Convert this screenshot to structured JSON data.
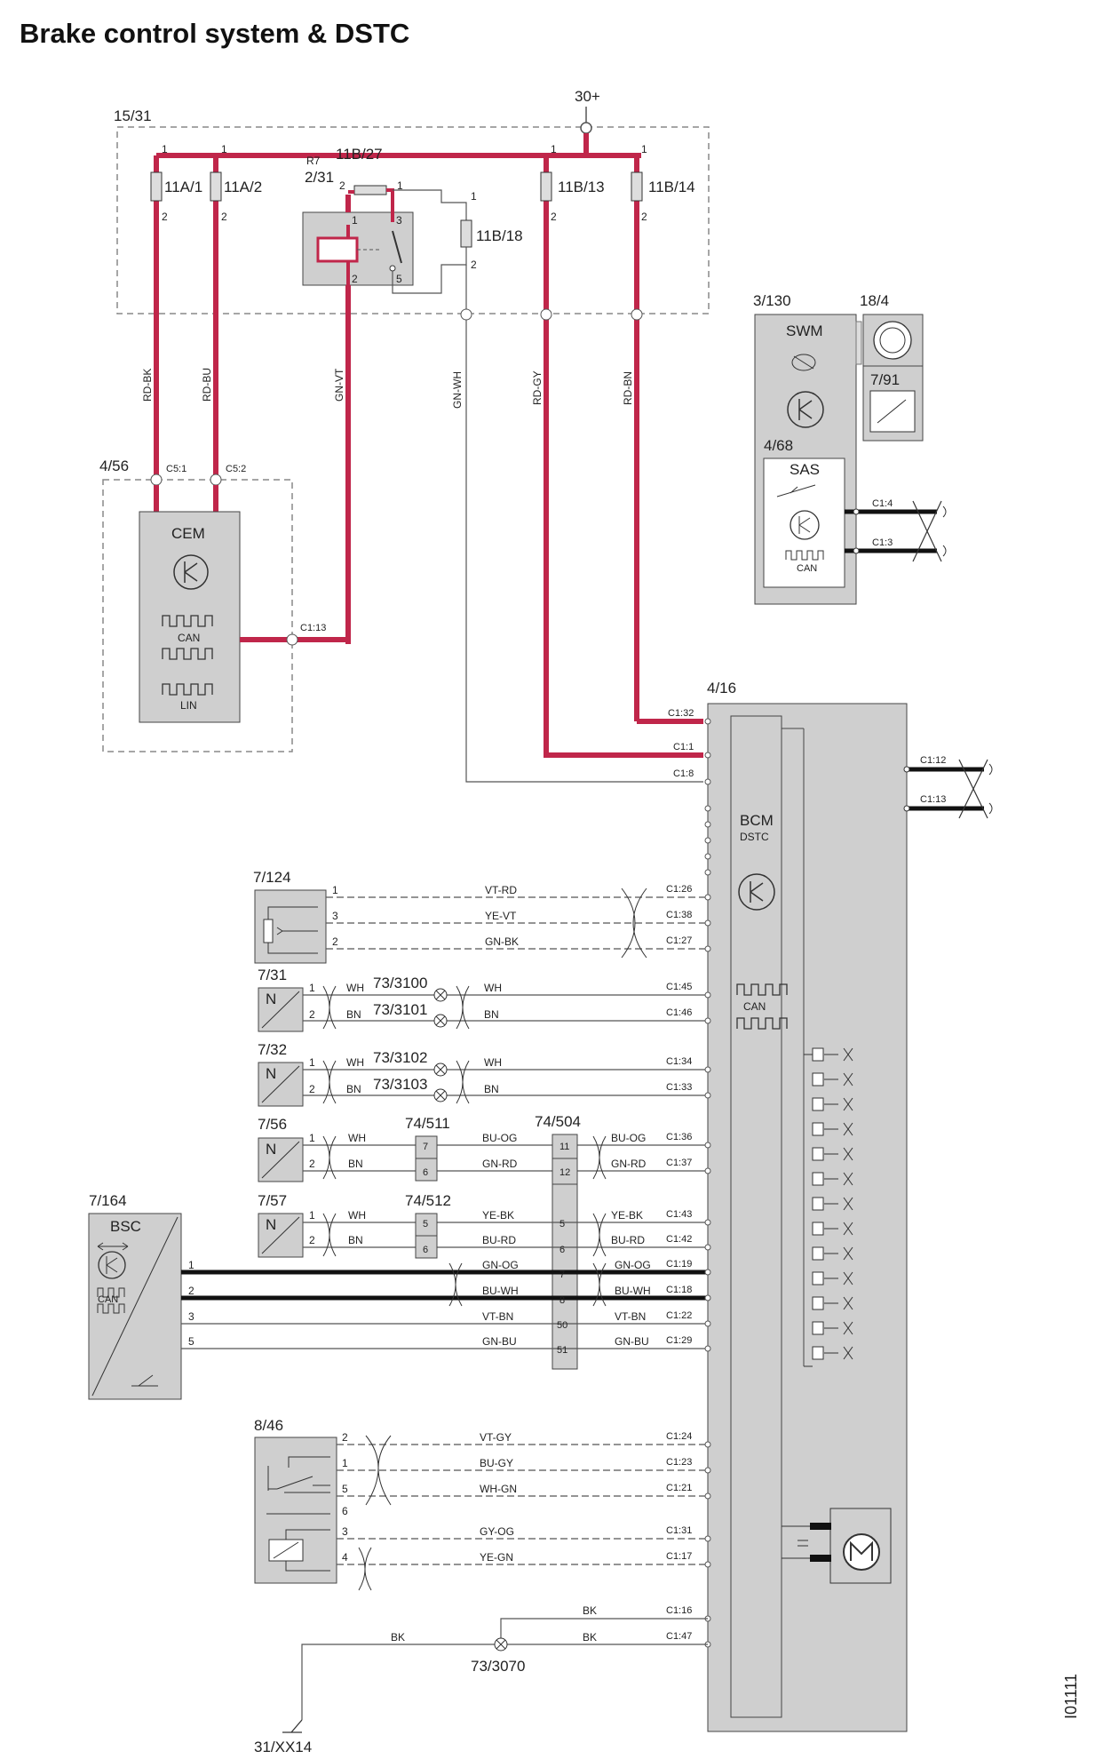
{
  "title": "Brake control system & DSTC",
  "doc_ref": "I01111",
  "colors": {
    "power_wire": "#c0264a",
    "thin_wire": "#555555",
    "bus_wire": "#111111",
    "module_fill": "#cfcfcf",
    "dashed_box": "#888888"
  },
  "supply": {
    "label": "30+"
  },
  "fuse_box": {
    "label": "15/31",
    "fuses": [
      {
        "label": "11A/1"
      },
      {
        "label": "11A/2"
      },
      {
        "label": "11B/13"
      },
      {
        "label": "11B/14"
      },
      {
        "label": "11B/18"
      },
      {
        "label": "11B/27"
      }
    ],
    "relay": {
      "label": "2/31",
      "r_label": "R7"
    }
  },
  "wires": {
    "rd_bk": "RD-BK",
    "rd_bu": "RD-BU",
    "gn_vt": "GN-VT",
    "gn_wh": "GN-WH",
    "rd_gy": "RD-GY",
    "rd_bn": "RD-BN"
  },
  "cem": {
    "label": "4/56",
    "name": "CEM",
    "can": "CAN",
    "lin": "LIN",
    "c5_1": "C5:1",
    "c5_2": "C5:2",
    "c1_13": "C1:13"
  },
  "swm_group": {
    "label": "3/130",
    "swm": "SWM",
    "sas_label": "4/68",
    "sas": "SAS",
    "can": "CAN",
    "c1_4": "C1:4",
    "c1_3": "C1:3",
    "clock_label": "18/4",
    "sensor_label": "7/91"
  },
  "bcm": {
    "label": "4/16",
    "name": "BCM",
    "sub": "DSTC",
    "can": "CAN",
    "pins_top": [
      "C1:32",
      "C1:1",
      "C1:8"
    ],
    "c1_12": "C1:12",
    "c1_13": "C1:13"
  },
  "pedal_sensor": {
    "label": "7/124",
    "rows": [
      {
        "pin": "1",
        "wire": "VT-RD",
        "c": "C1:26"
      },
      {
        "pin": "3",
        "wire": "YE-VT",
        "c": "C1:38"
      },
      {
        "pin": "2",
        "wire": "GN-BK",
        "c": "C1:27"
      }
    ]
  },
  "wheel_31": {
    "label": "7/31",
    "n": "N",
    "rows": [
      {
        "pin": "1",
        "w1": "WH",
        "conn": "73/3100",
        "w2": "WH",
        "c": "C1:45"
      },
      {
        "pin": "2",
        "w1": "BN",
        "conn": "73/3101",
        "w2": "BN",
        "c": "C1:46"
      }
    ]
  },
  "wheel_32": {
    "label": "7/32",
    "n": "N",
    "rows": [
      {
        "pin": "1",
        "w1": "WH",
        "conn": "73/3102",
        "w2": "WH",
        "c": "C1:34"
      },
      {
        "pin": "2",
        "w1": "BN",
        "conn": "73/3103",
        "w2": "BN",
        "c": "C1:33"
      }
    ]
  },
  "wheel_56": {
    "label": "7/56",
    "n": "N",
    "conn": "74/511",
    "rows": [
      {
        "pin": "1",
        "w1": "WH",
        "k": "7",
        "w2": "BU-OG",
        "k2": "11",
        "w3": "BU-OG",
        "c": "C1:36"
      },
      {
        "pin": "2",
        "w1": "BN",
        "k": "6",
        "w2": "GN-RD",
        "k2": "12",
        "w3": "GN-RD",
        "c": "C1:37"
      }
    ]
  },
  "conn_504": {
    "label": "74/504"
  },
  "wheel_57": {
    "label": "7/57",
    "n": "N",
    "conn": "74/512",
    "rows": [
      {
        "pin": "1",
        "w1": "WH",
        "k": "5",
        "w2": "YE-BK",
        "k2": "5",
        "w3": "YE-BK",
        "c": "C1:43"
      },
      {
        "pin": "2",
        "w1": "BN",
        "k": "6",
        "w2": "BU-RD",
        "k2": "6",
        "w3": "BU-RD",
        "c": "C1:42"
      }
    ]
  },
  "bsc": {
    "label": "7/164",
    "name": "BSC",
    "can": "CAN",
    "rows": [
      {
        "pin": "1",
        "w": "GN-OG",
        "k": "7",
        "w2": "GN-OG",
        "c": "C1:19"
      },
      {
        "pin": "2",
        "w": "BU-WH",
        "k": "8",
        "w2": "BU-WH",
        "c": "C1:18"
      },
      {
        "pin": "3",
        "w": "VT-BN",
        "k": "50",
        "w2": "VT-BN",
        "c": "C1:22"
      },
      {
        "pin": "5",
        "w": "GN-BU",
        "k": "51",
        "w2": "GN-BU",
        "c": "C1:29"
      }
    ]
  },
  "switch_846": {
    "label": "8/46",
    "rows": [
      {
        "pin": "2",
        "w": "VT-GY",
        "c": "C1:24"
      },
      {
        "pin": "1",
        "w": "BU-GY",
        "c": "C1:23"
      },
      {
        "pin": "5",
        "w": "WH-GN",
        "c": "C1:21"
      },
      {
        "pin": "6",
        "w": "",
        "c": ""
      },
      {
        "pin": "3",
        "w": "GY-OG",
        "c": "C1:31"
      },
      {
        "pin": "4",
        "w": "YE-GN",
        "c": "C1:17"
      }
    ]
  },
  "ground": {
    "bk1": "BK",
    "bk2": "BK",
    "bk3": "BK",
    "c1_16": "C1:16",
    "c1_47": "C1:47",
    "splice": "73/3070",
    "point": "31/XX14"
  },
  "pin_numbers": {
    "p1": "1",
    "p2": "2",
    "p3": "3",
    "p5": "5"
  }
}
